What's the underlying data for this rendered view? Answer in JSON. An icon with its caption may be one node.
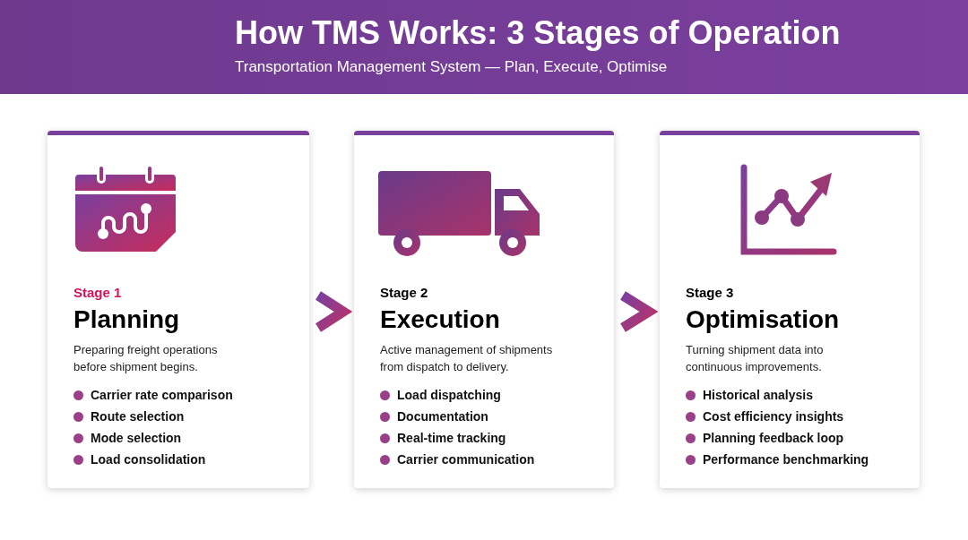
{
  "diagram": {
    "title": "How TMS Works: 3 Stages of Operation",
    "caption": "Transportation Management System — Plan, Execute, Optimise",
    "nodes": [
      {
        "text": [
          "Stage 1",
          "Planning",
          "Preparing freight operations before shipment begins.",
          "Carrier rate comparison",
          "Route selection",
          "Mode selection",
          "Load consolidation"
        ]
      },
      {
        "text": [
          "Stage 2",
          "Execution",
          "Active management of shipments from dispatch to delivery.",
          "Load dispatching",
          "Documentation",
          "Real-time tracking",
          "Carrier communication"
        ]
      },
      {
        "text": [
          "Stage 3",
          "Optimisation",
          "Turning shipment data into continuous improvements.",
          "Historical analysis",
          "Cost efficiency insights",
          "Planning feedback loop",
          "Performance benchmarking"
        ]
      }
    ],
    "edges": [
      {
        "from": 0,
        "to": 1,
        "arrow": "to"
      },
      {
        "from": 1,
        "to": 2,
        "arrow": "to"
      }
    ]
  }
}
